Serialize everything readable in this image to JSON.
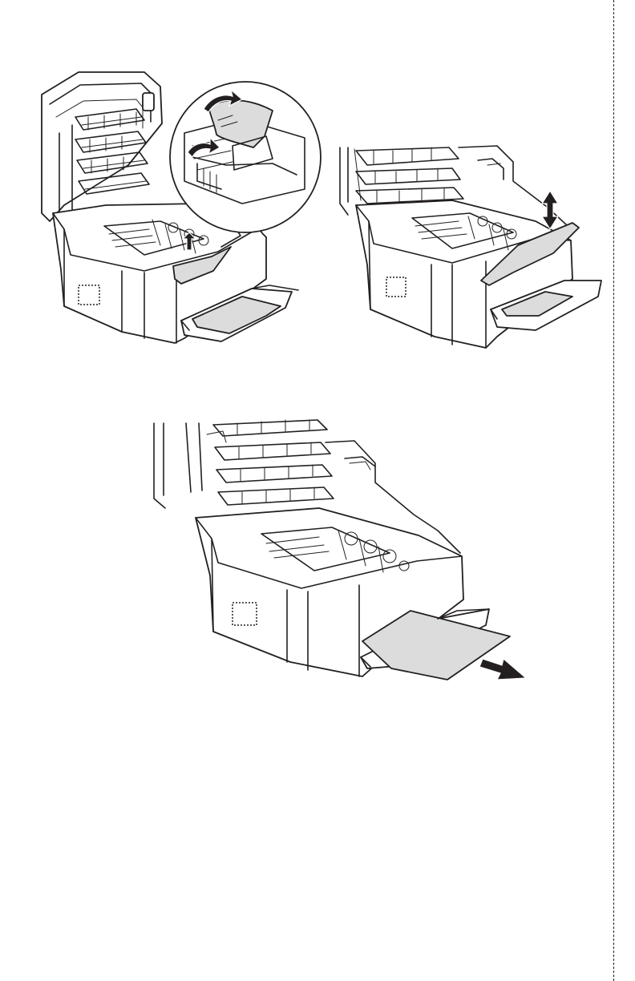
{
  "document": {
    "type": "instruction-illustrations",
    "figures": [
      {
        "name": "step-1",
        "depicts": "paper-jam-detail-callout"
      },
      {
        "name": "step-2",
        "depicts": "lift-paper-out"
      },
      {
        "name": "step-3",
        "depicts": "pull-paper-from-tray"
      }
    ]
  },
  "icons": {
    "up-arrow": "double-headed-vertical-arrow-icon",
    "out-arrow": "pull-direction-arrow-icon",
    "curl-arrow": "curved-arrow-icon"
  },
  "colors": {
    "line": "#231f20",
    "paper": "#dcdcdc",
    "background": "#ffffff"
  }
}
